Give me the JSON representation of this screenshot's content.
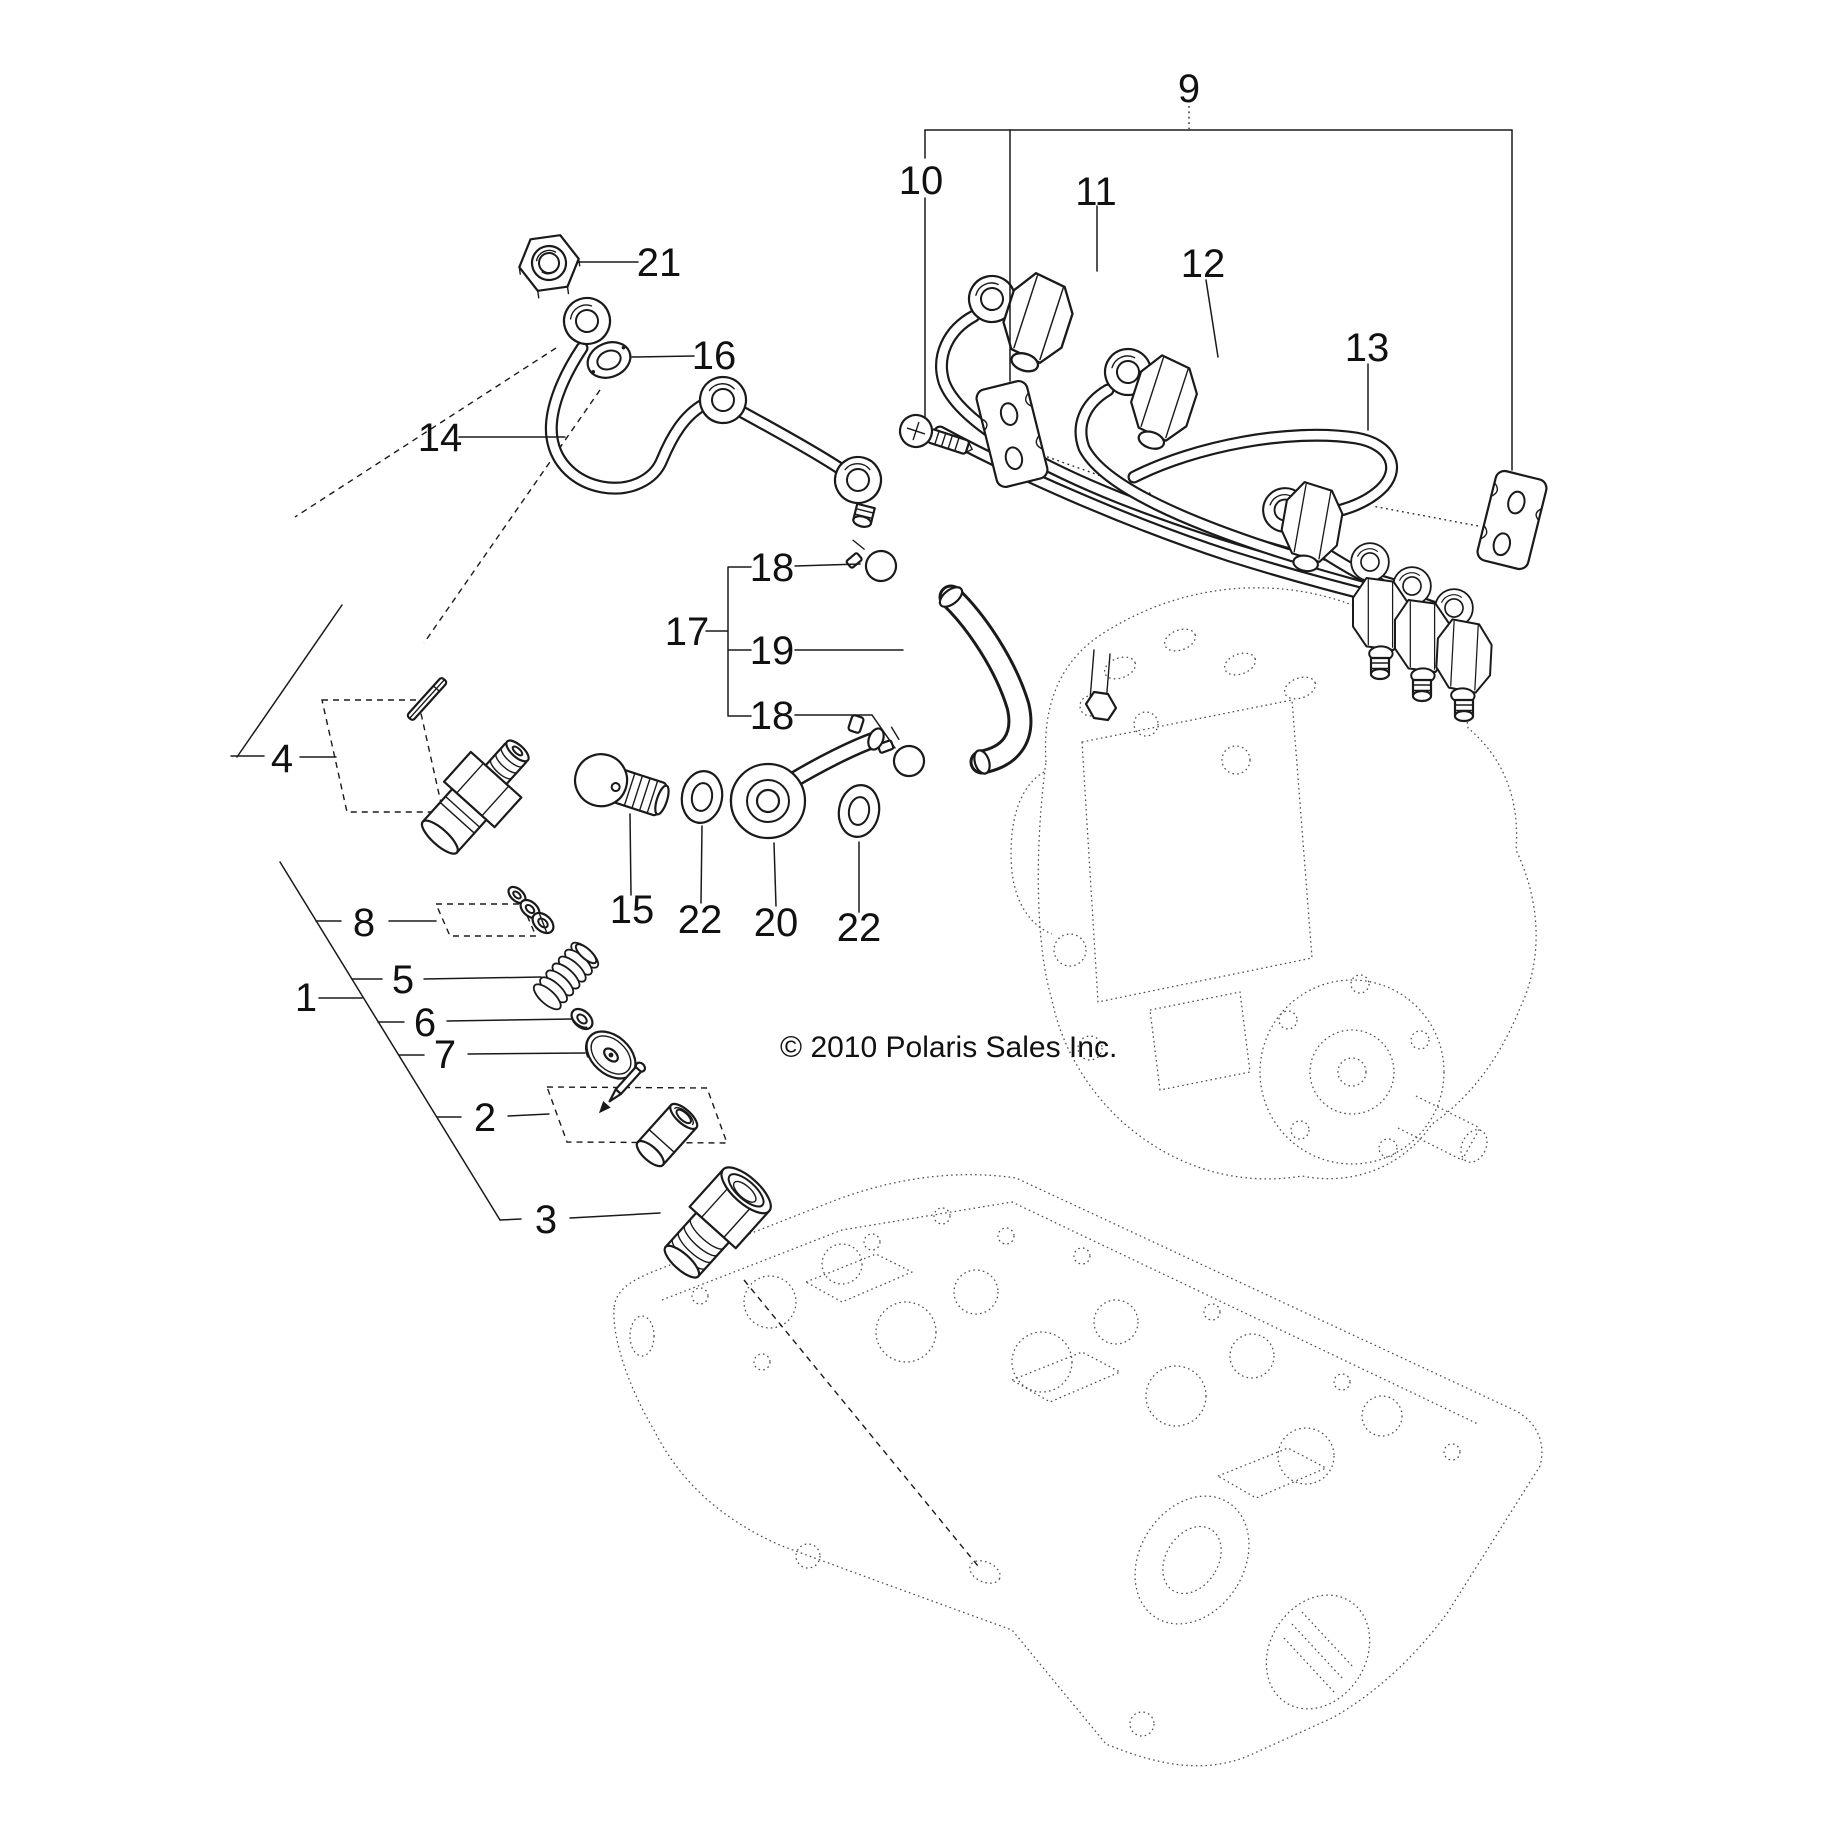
{
  "page": {
    "background": "#ffffff",
    "line_color": "#1a1a1a",
    "phantom_color": "#4d4d4d"
  },
  "diagram": {
    "copyright": "© 2010 Polaris Sales Inc.",
    "callouts": {
      "c1": "1",
      "c2": "2",
      "c3": "3",
      "c4": "4",
      "c5": "5",
      "c6": "6",
      "c7": "7",
      "c8": "8",
      "c9": "9",
      "c10": "10",
      "c11": "11",
      "c12": "12",
      "c13": "13",
      "c14": "14",
      "c15": "15",
      "c16": "16",
      "c17": "17",
      "c18a": "18",
      "c18b": "18",
      "c19": "19",
      "c20": "20",
      "c21": "21",
      "c22a": "22",
      "c22b": "22"
    }
  }
}
